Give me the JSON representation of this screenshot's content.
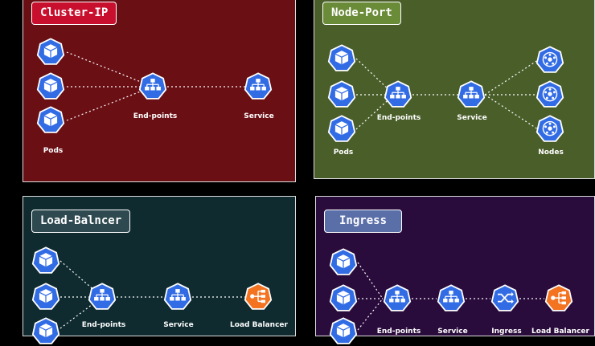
{
  "panels": {
    "cluster_ip": {
      "title": "Cluster-IP",
      "bg": "#6a0f14",
      "title_bg": "#c8102e",
      "labels": {
        "pods": "Pods",
        "endpoints": "End-points",
        "service": "Service"
      }
    },
    "node_port": {
      "title": "Node-Port",
      "bg": "#4a5e2a",
      "title_bg": "#6a8b38",
      "labels": {
        "pods": "Pods",
        "endpoints": "End-points",
        "service": "Service",
        "nodes": "Nodes"
      }
    },
    "load_balancer": {
      "title": "Load-Balncer",
      "bg": "#0f2b30",
      "title_bg": "#2e4a50",
      "labels": {
        "endpoints": "End-points",
        "service": "Service",
        "load_balancer": "Load Balancer"
      }
    },
    "ingress": {
      "title": "Ingress",
      "bg": "#2a0c3c",
      "title_bg": "#5a6ea8",
      "labels": {
        "endpoints": "End-points",
        "service": "Service",
        "ingress": "Ingress",
        "load_balancer": "Load Balancer"
      }
    }
  },
  "colors": {
    "k8s_blue": "#326ce5",
    "lb_orange": "#f37321",
    "border": "#dcdcdc",
    "connector": "#ffffff"
  },
  "icons": {
    "pod": "cube-icon",
    "endpoint": "network-tree-icon",
    "service": "network-tree-icon",
    "node": "cluster-node-icon",
    "ingress": "shuffle-arrows-icon",
    "load_balancer": "load-balancer-icon"
  }
}
